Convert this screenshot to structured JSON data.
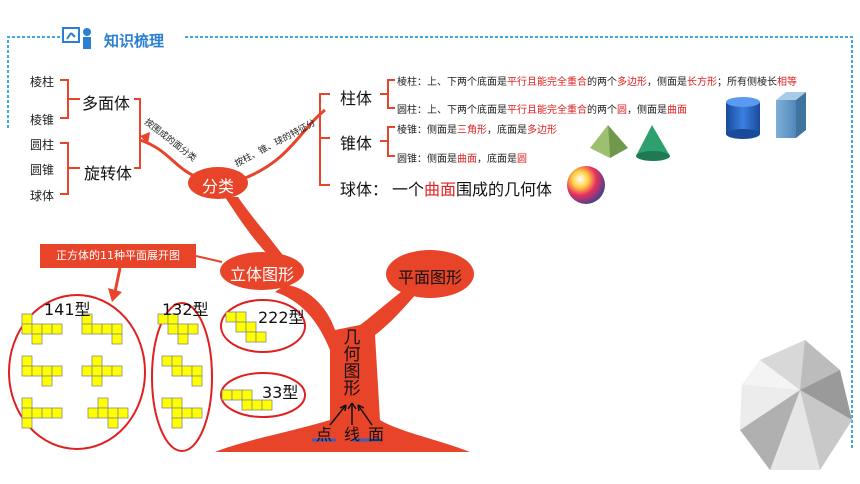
{
  "header": {
    "title": "知识梳理",
    "icon": "teacher-board-icon"
  },
  "colors": {
    "accent_red": "#e8442a",
    "header_blue": "#2a7fd4",
    "frame_blue": "#3fa8e8",
    "net_yellow": "#ffff00"
  },
  "classification": {
    "polyhedron": "多面体",
    "revolution_body": "旋转体",
    "prism": "棱柱",
    "pyramid": "棱锥",
    "cylinder": "圆柱",
    "cone": "圆锥",
    "sphere": "球体",
    "by_faces": "按围成的面分类",
    "by_features": "按柱、锥、球的特征分",
    "fenlei": "分类"
  },
  "right": {
    "zhuti": "柱体",
    "zhuiti": "锥体",
    "qiuti": "球体：",
    "prism_rule": {
      "a": "棱柱：上、下两个底面是",
      "b": "平行且能完全重合",
      "c": "的两个",
      "d": "多边形",
      "e": "，侧面是",
      "f": "长方形",
      "g": "；所有侧棱长",
      "h": "相等"
    },
    "cyl_rule": {
      "a": "圆柱：上、下两个底面是",
      "b": "平行且能完全重合",
      "c": "的两个",
      "d": "圆",
      "e": "，侧面是",
      "f": "曲面"
    },
    "pyr_rule": {
      "a": "棱锥：侧面是",
      "b": "三角形",
      "c": "，底面是",
      "d": "多边形"
    },
    "cone_rule": {
      "a": "圆锥：侧面是",
      "b": "曲面",
      "c": "，底面是",
      "d": "圆"
    },
    "sphere_rule": {
      "a": "一个",
      "b": "曲面",
      "c": "围成的几何体"
    }
  },
  "tree": {
    "solid": "立体图形",
    "plane": "平面图形",
    "geometry_chars": [
      "几",
      "何",
      "图",
      "形"
    ],
    "point": "点",
    "line": "线",
    "face": "面"
  },
  "nets": {
    "box_label": "正方体的11种平面展开图",
    "t141": "141型",
    "t132": "132型",
    "t222": "222型",
    "t33": "33型"
  }
}
